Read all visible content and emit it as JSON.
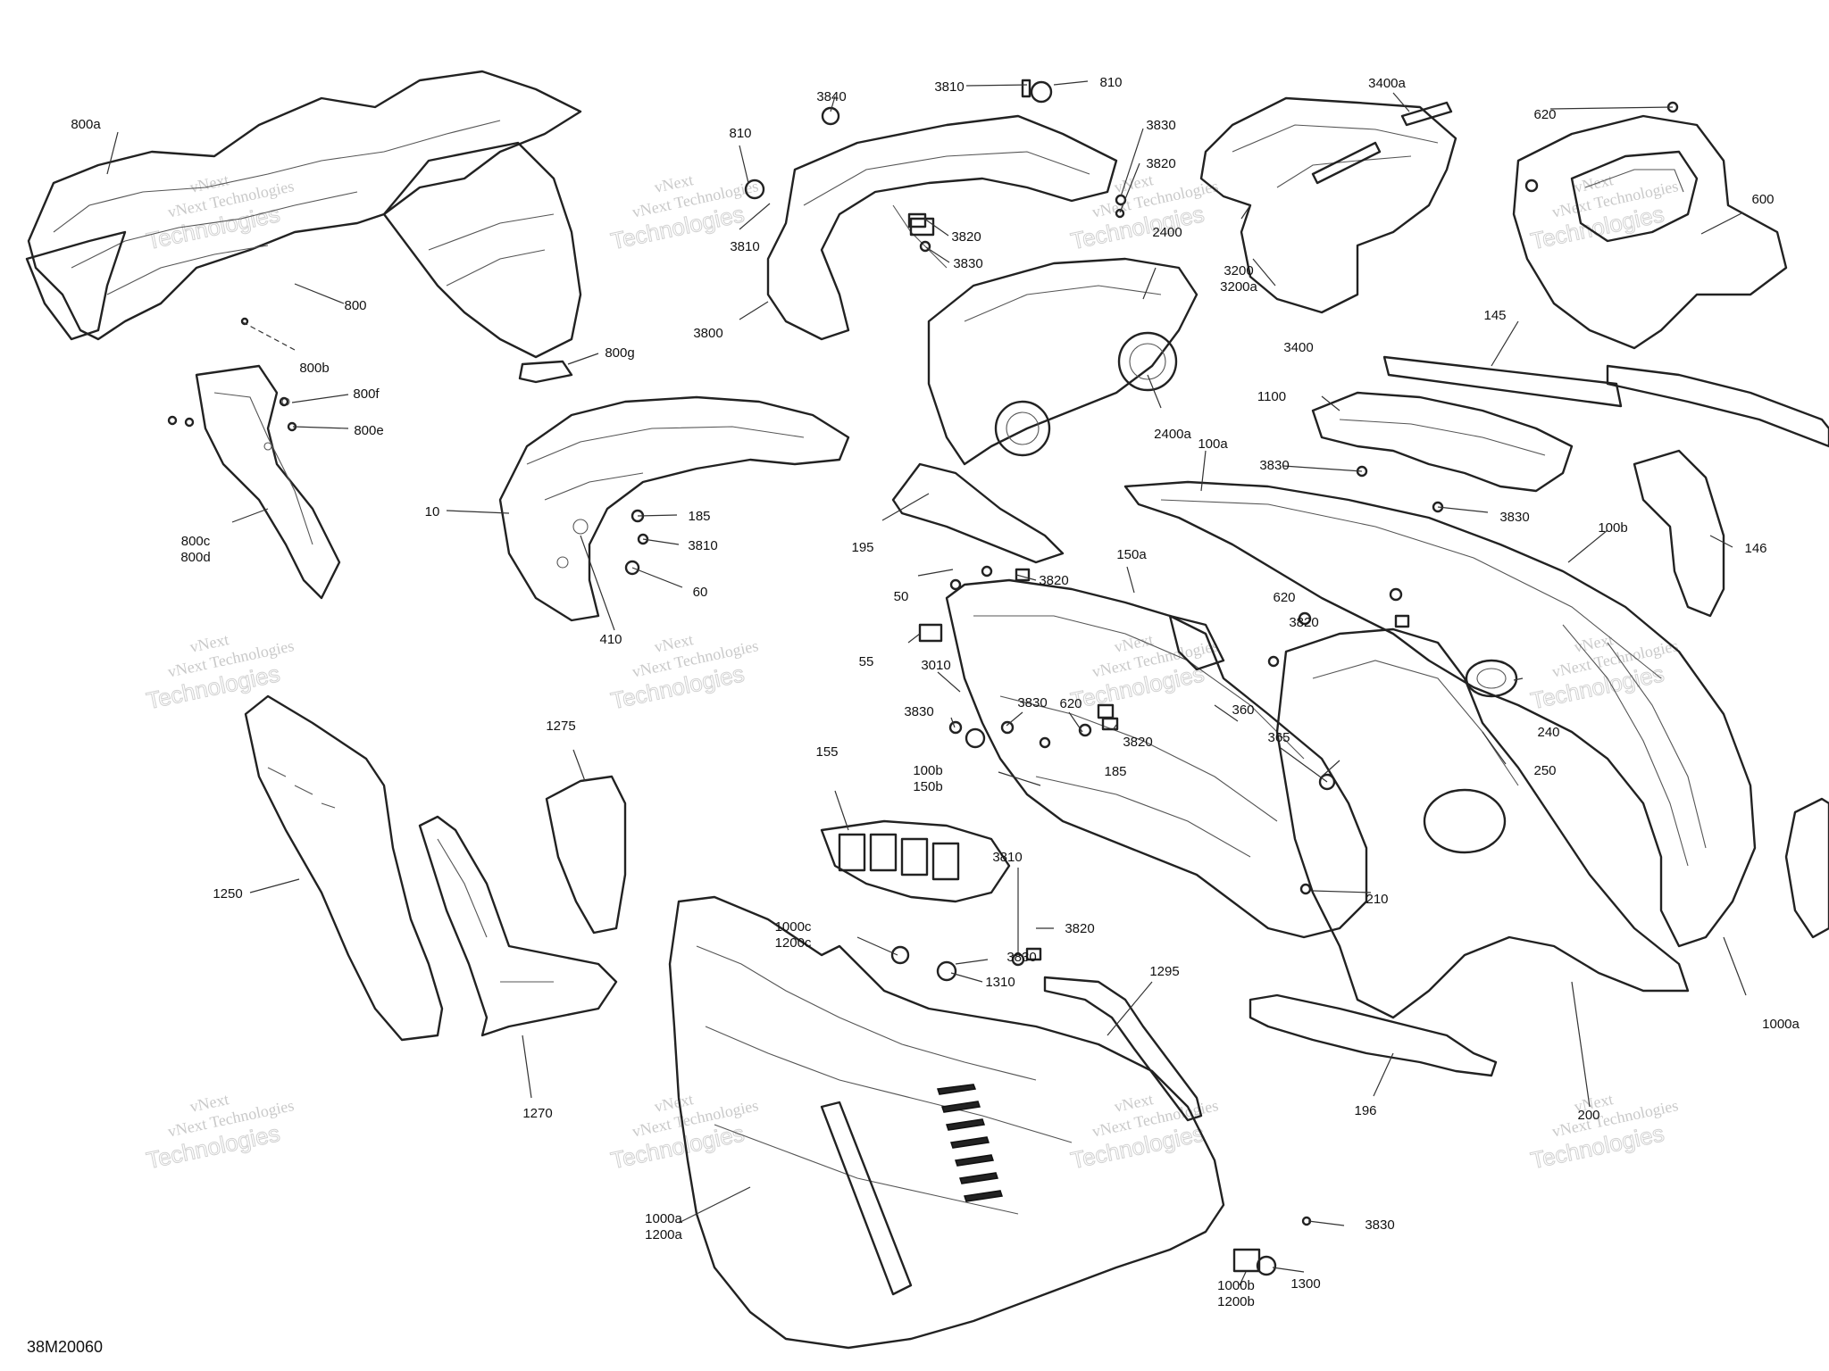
{
  "drawing_code": "38M20060",
  "watermark": {
    "line1": "vNext",
    "line2": "vNext Technologies",
    "line3": "Technologies"
  },
  "labels": [
    {
      "id": "800a",
      "text": "800a"
    },
    {
      "id": "800",
      "text": "800"
    },
    {
      "id": "800b",
      "text": "800b"
    },
    {
      "id": "800g",
      "text": "800g"
    },
    {
      "id": "800f",
      "text": "800f"
    },
    {
      "id": "800e",
      "text": "800e"
    },
    {
      "id": "800cd",
      "text": "800c\n800d"
    },
    {
      "id": "3840",
      "text": "3840"
    },
    {
      "id": "3810_top",
      "text": "3810"
    },
    {
      "id": "810_top",
      "text": "810"
    },
    {
      "id": "810_left",
      "text": "810"
    },
    {
      "id": "3830_top",
      "text": "3830"
    },
    {
      "id": "3820_top",
      "text": "3820"
    },
    {
      "id": "3810_left",
      "text": "3810"
    },
    {
      "id": "3820_mid",
      "text": "3820"
    },
    {
      "id": "3830_mid",
      "text": "3830"
    },
    {
      "id": "3800",
      "text": "3800"
    },
    {
      "id": "3400a",
      "text": "3400a"
    },
    {
      "id": "2400",
      "text": "2400"
    },
    {
      "id": "3200",
      "text": "3200\n3200a"
    },
    {
      "id": "3400",
      "text": "3400"
    },
    {
      "id": "2400a",
      "text": "2400a"
    },
    {
      "id": "620_top",
      "text": "620"
    },
    {
      "id": "600",
      "text": "600"
    },
    {
      "id": "145",
      "text": "145"
    },
    {
      "id": "1100",
      "text": "1100"
    },
    {
      "id": "100a",
      "text": "100a"
    },
    {
      "id": "3830_r1",
      "text": "3830"
    },
    {
      "id": "3830_r2",
      "text": "3830"
    },
    {
      "id": "100b",
      "text": "100b"
    },
    {
      "id": "146",
      "text": "146"
    },
    {
      "id": "10",
      "text": "10"
    },
    {
      "id": "185_a",
      "text": "185"
    },
    {
      "id": "3810_b",
      "text": "3810"
    },
    {
      "id": "60",
      "text": "60"
    },
    {
      "id": "410",
      "text": "410"
    },
    {
      "id": "195",
      "text": "195"
    },
    {
      "id": "50",
      "text": "50"
    },
    {
      "id": "3820_c",
      "text": "3820"
    },
    {
      "id": "150a",
      "text": "150a"
    },
    {
      "id": "55",
      "text": "55"
    },
    {
      "id": "620_mid",
      "text": "620"
    },
    {
      "id": "3820_d",
      "text": "3820"
    },
    {
      "id": "3010",
      "text": "3010"
    },
    {
      "id": "3830_d",
      "text": "3830"
    },
    {
      "id": "3830_e",
      "text": "3830"
    },
    {
      "id": "620_low",
      "text": "620"
    },
    {
      "id": "3820_e",
      "text": "3820"
    },
    {
      "id": "360",
      "text": "360"
    },
    {
      "id": "365",
      "text": "365"
    },
    {
      "id": "185_b",
      "text": "185"
    },
    {
      "id": "100b150b",
      "text": "100b\n150b"
    },
    {
      "id": "240",
      "text": "240"
    },
    {
      "id": "250",
      "text": "250"
    },
    {
      "id": "1275",
      "text": "1275"
    },
    {
      "id": "155",
      "text": "155"
    },
    {
      "id": "1250",
      "text": "1250"
    },
    {
      "id": "3810_c",
      "text": "3810"
    },
    {
      "id": "1000c",
      "text": "1000c\n1200c"
    },
    {
      "id": "3820_f",
      "text": "3820"
    },
    {
      "id": "3830_f",
      "text": "3830"
    },
    {
      "id": "1310",
      "text": "1310"
    },
    {
      "id": "210",
      "text": "210"
    },
    {
      "id": "1000a_r",
      "text": "1000a"
    },
    {
      "id": "1295",
      "text": "1295"
    },
    {
      "id": "1270",
      "text": "1270"
    },
    {
      "id": "196",
      "text": "196"
    },
    {
      "id": "200",
      "text": "200"
    },
    {
      "id": "1000a1200a",
      "text": "1000a\n1200a"
    },
    {
      "id": "3830_g",
      "text": "3830"
    },
    {
      "id": "1300",
      "text": "1300"
    },
    {
      "id": "1000b1200b",
      "text": "1000b\n1200b"
    }
  ]
}
